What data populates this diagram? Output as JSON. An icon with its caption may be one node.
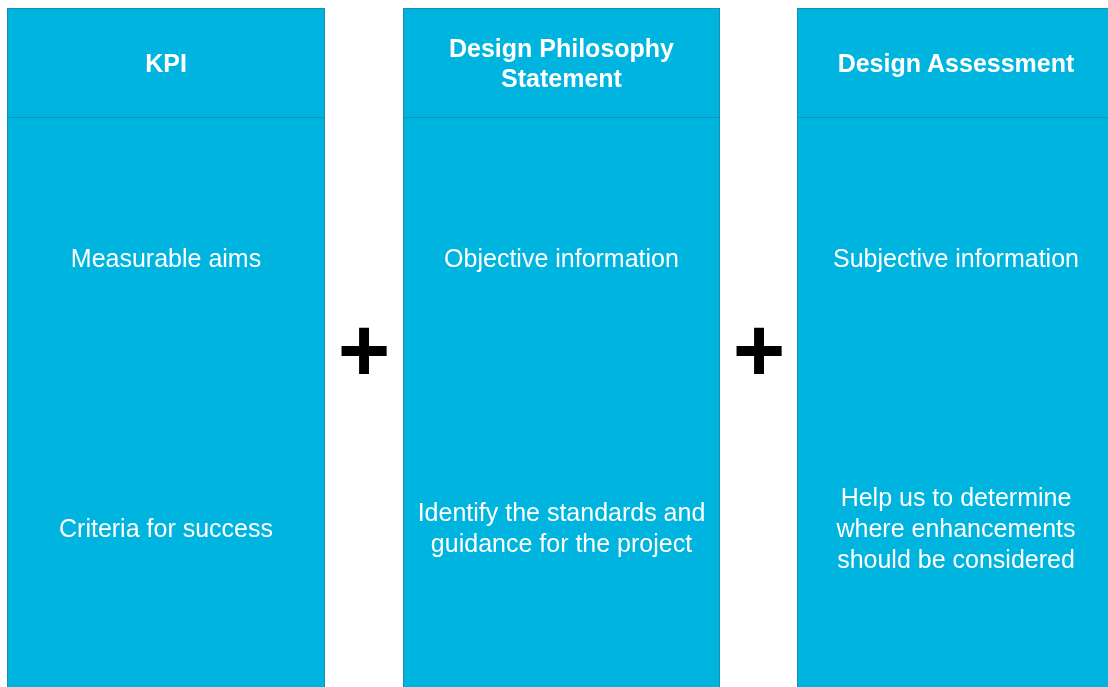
{
  "diagram": {
    "nodes": [
      {
        "text": [
          "KPI",
          "Measurable aims",
          "Criteria for success"
        ]
      },
      {
        "text": [
          "Design Philosophy Statement",
          "Objective information",
          "Identify the standards and guidance for the project"
        ]
      },
      {
        "text": [
          "Design Assessment",
          "Subjective information",
          "Help us to determine where enhancements should be considered"
        ]
      }
    ],
    "labels": [
      "+",
      "+"
    ]
  }
}
